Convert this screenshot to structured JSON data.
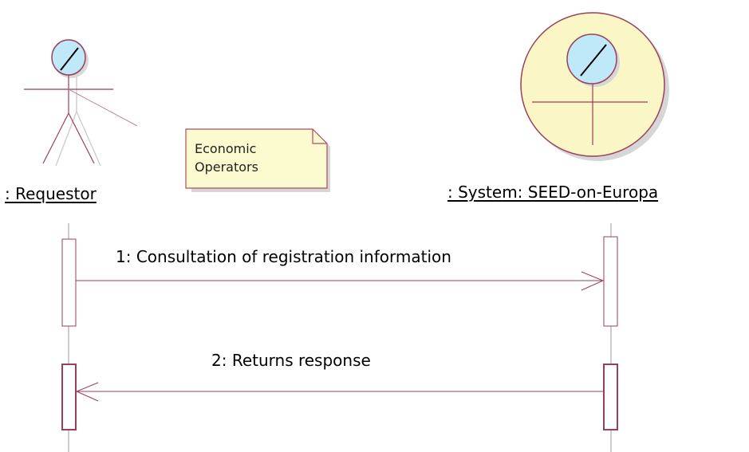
{
  "diagram": {
    "type": "sequence",
    "actors": [
      {
        "label": ": Requestor",
        "kind": "actor"
      },
      {
        "label": ": System: SEED-on-Europa",
        "kind": "boundary-actor"
      }
    ],
    "note": {
      "line1": "Economic",
      "line2": "Operators"
    },
    "messages": [
      {
        "label": "1: Consultation of registration information",
        "direction": "requestor-to-system",
        "style": "open-arrow"
      },
      {
        "label": "2: Returns response",
        "direction": "system-to-requestor",
        "style": "open-arrow"
      }
    ],
    "colors": {
      "line": "#9a3f5a",
      "actor_head_fill": "#bfe8f8",
      "system_circle_fill": "#fbf6c6",
      "note_fill": "#fcfbd0",
      "note_border": "#b2495f",
      "activation_border": "#9a3f5a"
    }
  }
}
